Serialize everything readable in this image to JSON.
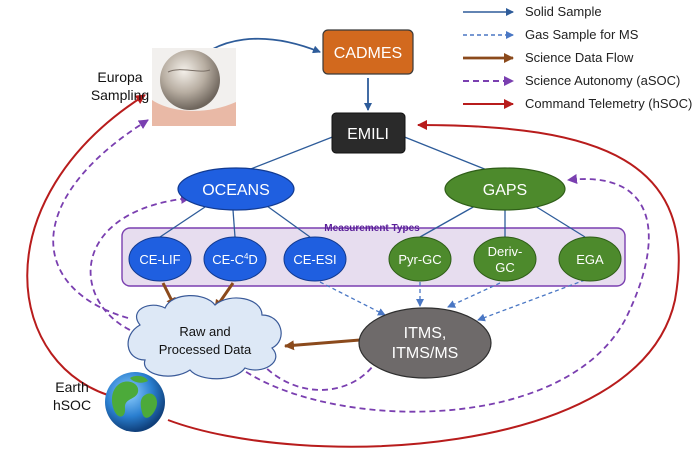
{
  "colors": {
    "solid_sample": "#2e5c9a",
    "gas_sample": "#4a77c4",
    "science_data": "#8b4a1c",
    "science_autonomy": "#7a3fb0",
    "command_telemetry": "#b81c1c",
    "oceans_fill": "#1f5fe0",
    "gaps_fill": "#4d8a2c",
    "cadmes_fill": "#d2691e",
    "emili_fill": "#2a2a2a",
    "itms_fill": "#6e6a6a",
    "cloud_fill": "#dde8f6",
    "measurement_box_fill": "#e7ddef",
    "measurement_box_stroke": "#7a3fb0"
  },
  "legend": [
    {
      "label": "Solid Sample",
      "style": "solid_sample"
    },
    {
      "label": "Gas Sample for MS",
      "style": "gas_sample"
    },
    {
      "label": "Science Data Flow",
      "style": "science_data"
    },
    {
      "label": "Science Autonomy (aSOC)",
      "style": "science_autonomy"
    },
    {
      "label": "Command Telemetry (hSOC)",
      "style": "command_telemetry"
    }
  ],
  "nodes": {
    "europa_label_1": "Europa",
    "europa_label_2": "Sampling",
    "cadmes": "CADMES",
    "emili": "EMILI",
    "oceans": "OCEANS",
    "gaps": "GAPS",
    "measurement_types": "Measurement Types",
    "ce_lif": "CE-LIF",
    "ce_c4d_main": "CE-C",
    "ce_c4d_sup": "4",
    "ce_c4d_tail": "D",
    "ce_esi": "CE-ESI",
    "pyr_gc": "Pyr-GC",
    "deriv_gc_1": "Deriv-",
    "deriv_gc_2": "GC",
    "ega": "EGA",
    "raw_data_1": "Raw and",
    "raw_data_2": "Processed Data",
    "itms_1": "ITMS,",
    "itms_2": "ITMS/MS",
    "earth_1": "Earth",
    "earth_2": "hSOC"
  }
}
